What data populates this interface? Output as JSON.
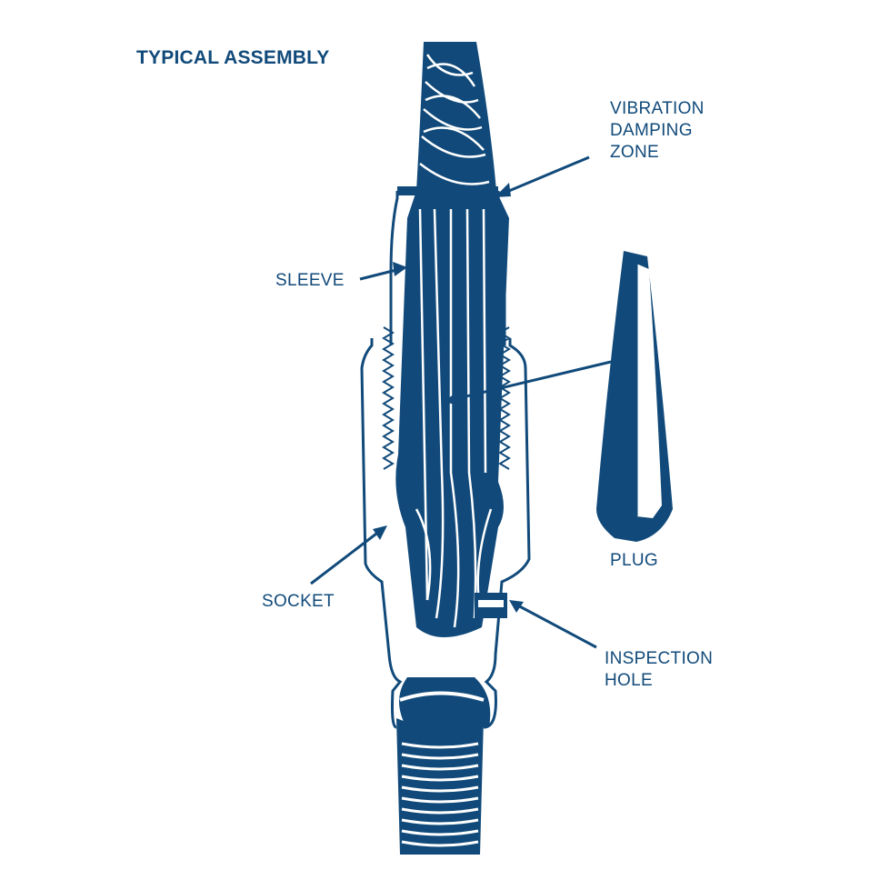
{
  "title": "TYPICAL ASSEMBLY",
  "colors": {
    "ink": "#114a7a",
    "paper": "#ffffff"
  },
  "labels": {
    "vibration": [
      "VIBRATION",
      "DAMPING",
      "ZONE"
    ],
    "sleeve": "SLEEVE",
    "socket": "SOCKET",
    "plug": "PLUG",
    "inspection": [
      "INSPECTION",
      "HOLE"
    ]
  }
}
